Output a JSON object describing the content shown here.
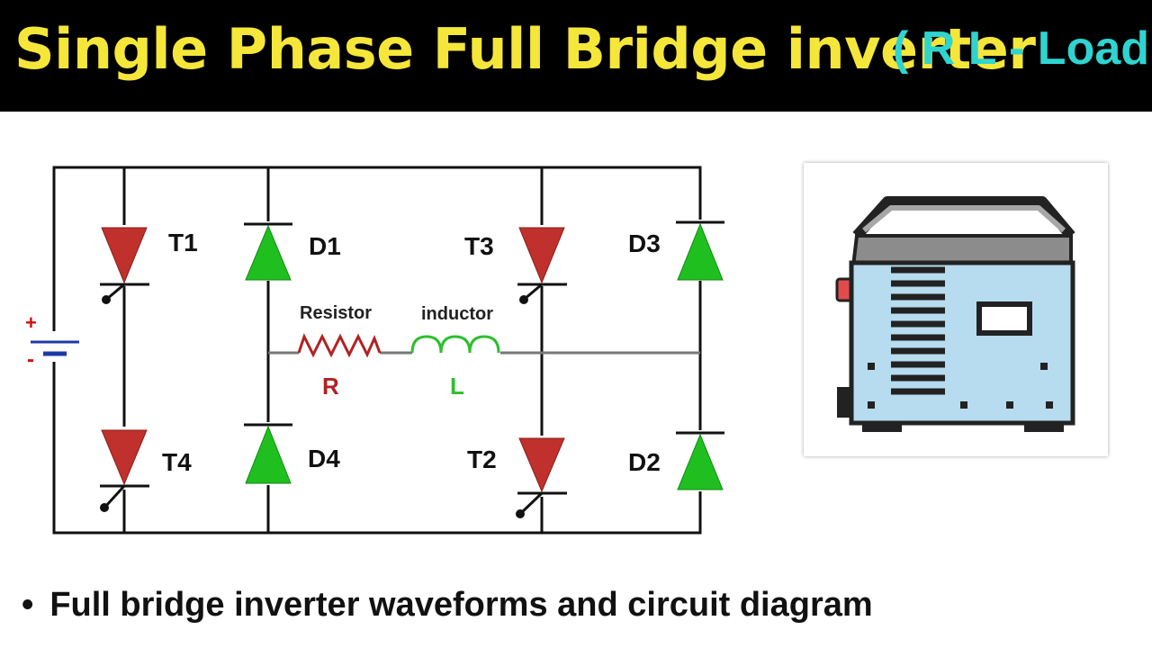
{
  "header": {
    "title": "Single Phase Full Bridge inverter",
    "subtitle": "( R L - Load )",
    "title_color": "#f5e63a",
    "subtitle_color": "#2fd4d0",
    "background": "#000000"
  },
  "circuit": {
    "thyristors": [
      "T1",
      "T4",
      "T3",
      "T2"
    ],
    "diodes": [
      "D1",
      "D4",
      "D3",
      "D2"
    ],
    "battery": {
      "plus": "+",
      "minus": "-"
    },
    "resistor": {
      "caption": "Resistor",
      "symbol": "R",
      "color": "#b22222"
    },
    "inductor": {
      "caption": "inductor",
      "symbol": "L",
      "color": "#2dbf2d"
    },
    "thyristor_color": "#c0302c",
    "diode_color": "#1fbf1f"
  },
  "device": {
    "icon": "inverter-icon"
  },
  "footer": {
    "bullet": "•",
    "text": "Full bridge inverter waveforms and circuit diagram"
  }
}
